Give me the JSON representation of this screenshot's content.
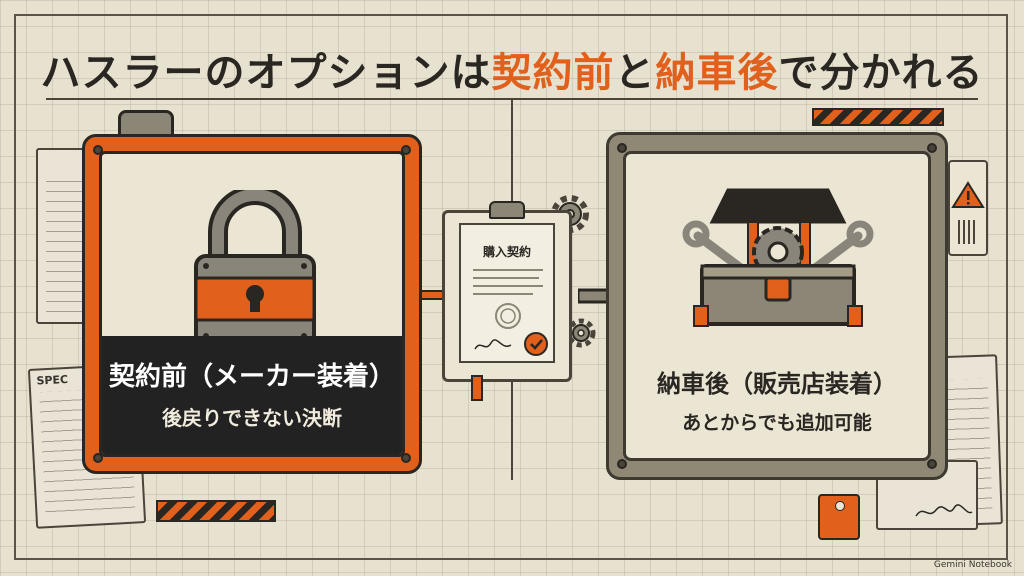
{
  "title": {
    "part1": "ハスラーのオプションは",
    "highlight1": "契約前",
    "part2": "と",
    "highlight2": "納車後",
    "part3": "で分かれる"
  },
  "left_card": {
    "title": "契約前（メーカー装着）",
    "subtitle": "後戻りできない決断",
    "icon": "padlock-icon"
  },
  "center_document": {
    "title": "購入契約",
    "icon": "contract-document-icon"
  },
  "right_card": {
    "title": "納車後（販売店装着）",
    "subtitle": "あとからでも追加可能",
    "icon": "toolbox-icon"
  },
  "decor": {
    "spec_label": "SPEC",
    "watermark": "Gemini Notebook"
  },
  "colors": {
    "accent": "#e0601c",
    "dark": "#2a2622",
    "background": "#e7e1cf"
  }
}
